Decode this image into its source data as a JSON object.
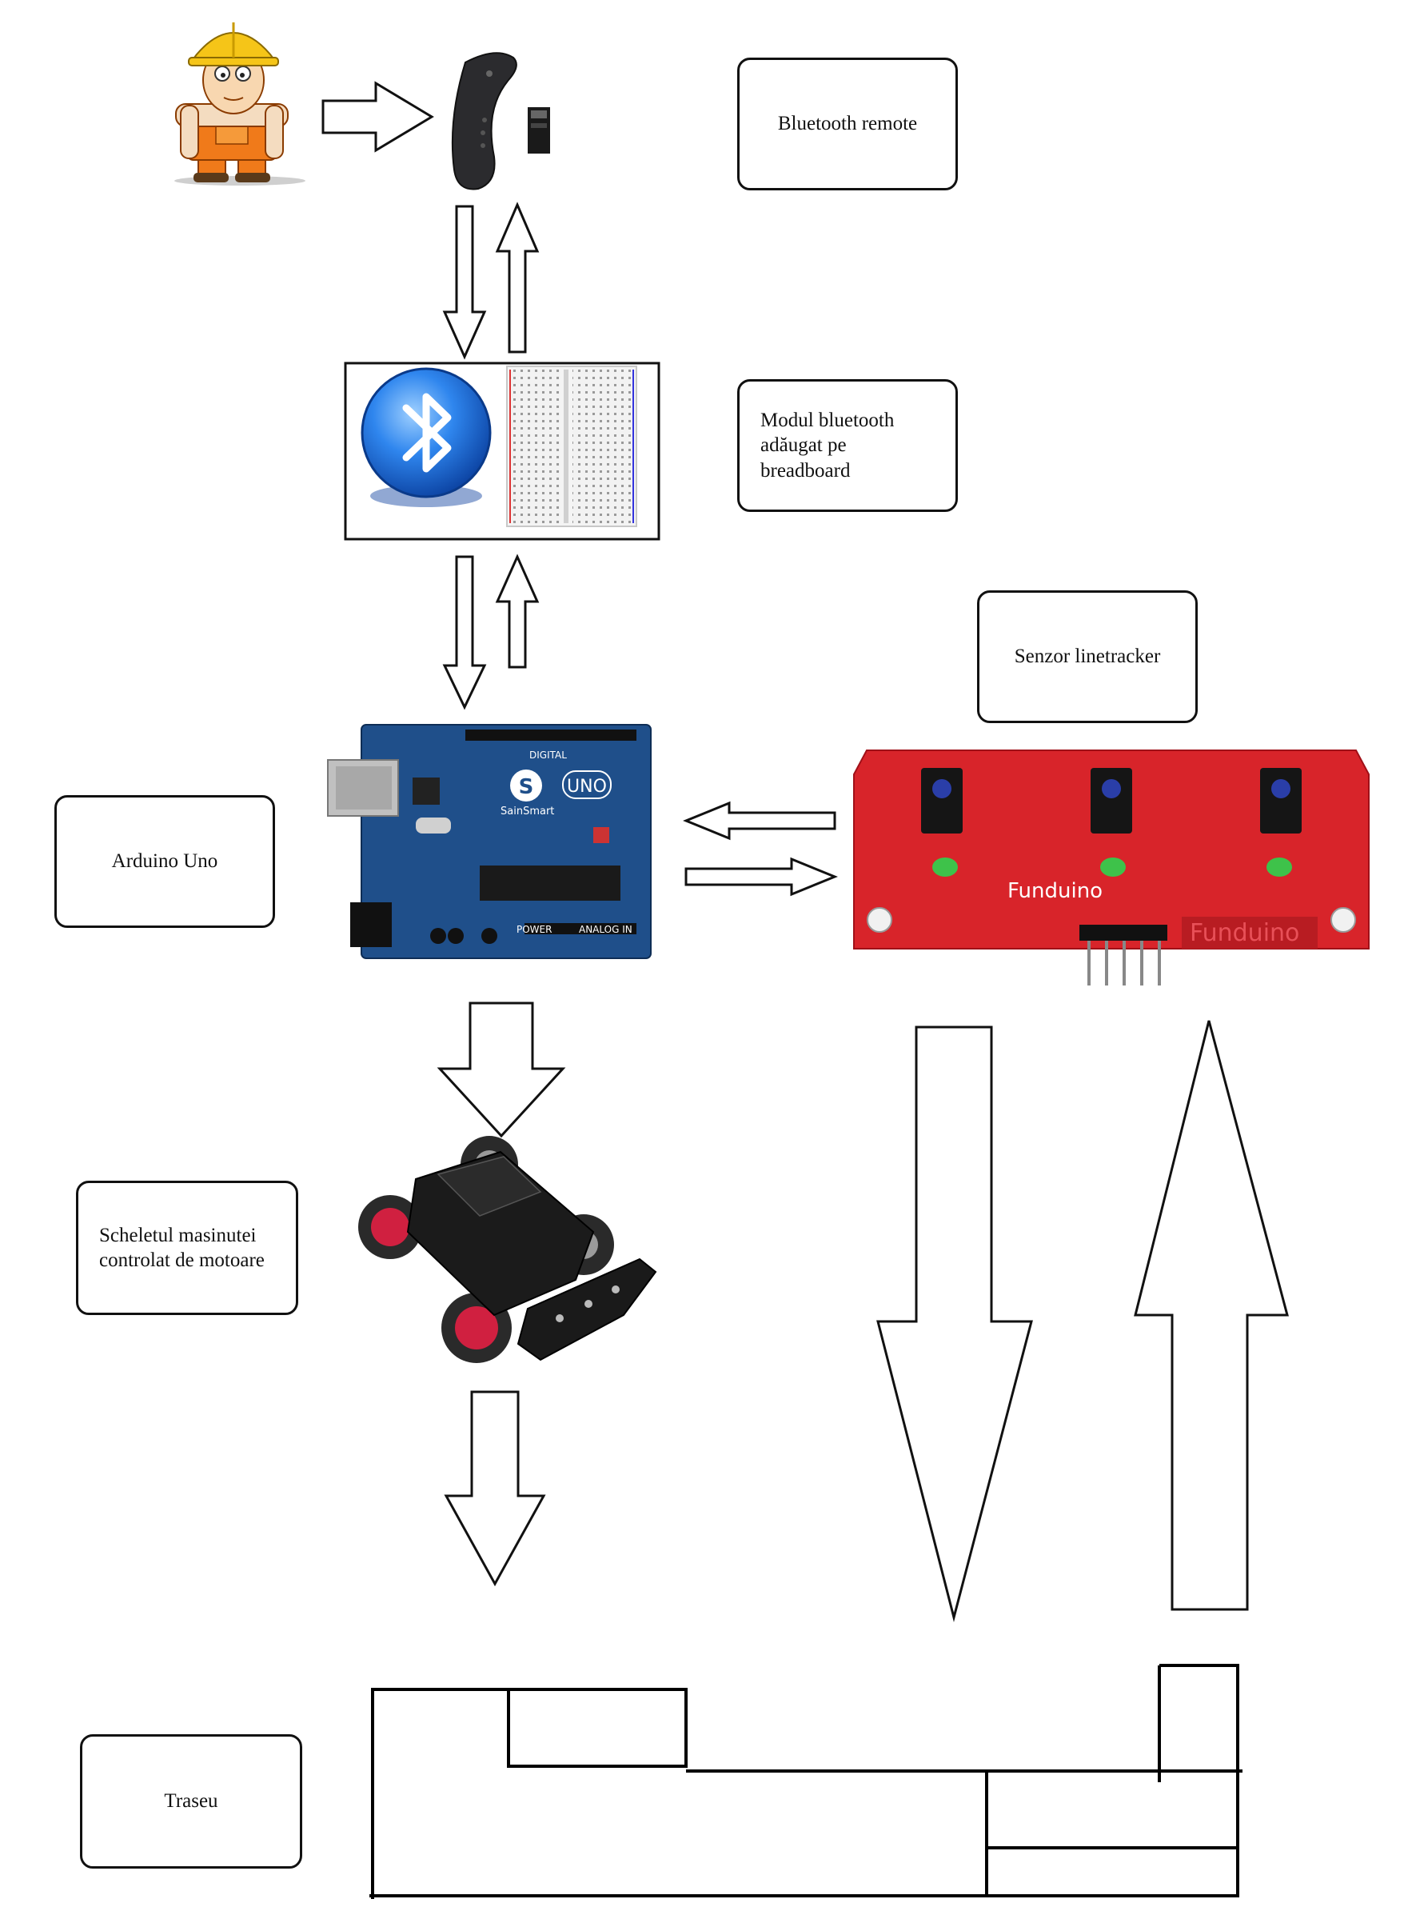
{
  "labels": {
    "bluetooth_remote": "Bluetooth remote",
    "bt_module": "Modul bluetooth adăugat pe breadboard",
    "linetracker": "Senzor linetracker",
    "arduino": "Arduino Uno",
    "chassis": "Scheletul masinutei controlat de motoare",
    "track": "Traseu"
  },
  "board_text": {
    "arduino_brand": "SainSmart",
    "arduino_model": "UNO",
    "arduino_digital": "DIGITAL",
    "arduino_power": "POWER",
    "arduino_analog": "ANALOG IN",
    "sensor_brand": "Funduino"
  },
  "icons": [
    "worker-icon",
    "remote-control-icon",
    "bluetooth-icon",
    "breadboard-icon",
    "arduino-board-icon",
    "line-sensor-icon",
    "robot-car-icon"
  ],
  "colors": {
    "bluetooth_blue": "#1a6fe0",
    "arduino_blue": "#1f4f8a",
    "sensor_red": "#d8242a",
    "worker_orange": "#f07a1a",
    "helmet_yellow": "#f5c518",
    "wheel_red": "#d02040"
  }
}
